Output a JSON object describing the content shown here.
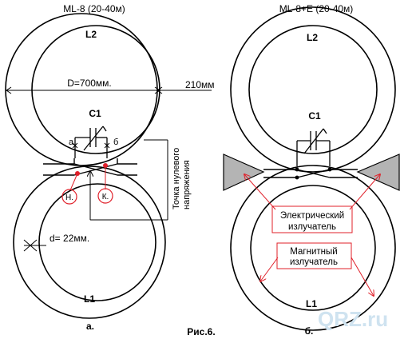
{
  "figure_caption": "Рис.6.",
  "left": {
    "title": "ML-8 (20-40м)",
    "sublabel": "а.",
    "loop_top": "L2",
    "loop_bottom": "L1",
    "capacitor": "C1",
    "diameter_label": "D=700мм.",
    "gap_label": "210мм",
    "thickness_label": "d= 22мм.",
    "terminal_a": "а",
    "terminal_b": "б",
    "marker_start": "Н.",
    "marker_end": "К.",
    "zero_point_label_line1": "Точка нулевого",
    "zero_point_label_line2": "напряжения"
  },
  "right": {
    "title": "ML-8+E (20-40м)",
    "sublabel": "б.",
    "loop_top": "L2",
    "loop_bottom": "L1",
    "capacitor": "C1",
    "electric_label_line1": "Электрический",
    "electric_label_line2": "излучатель",
    "magnetic_label_line1": "Магнитный",
    "magnetic_label_line2": "излучатель"
  },
  "watermark": "QRZ.ru",
  "colors": {
    "line": "#000000",
    "accent": "#e0202a",
    "triangle_fill": "#b4b4b4",
    "watermark": "#cfe3f0"
  }
}
